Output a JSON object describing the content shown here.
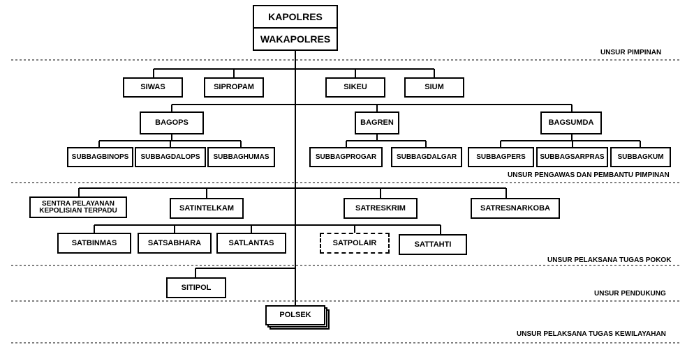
{
  "leadership": {
    "chief": "KAPOLRES",
    "deputy": "WAKAPOLRES"
  },
  "zones": {
    "pimpinan": "UNSUR PIMPINAN",
    "pengawas": "UNSUR PENGAWAS DAN PEMBANTU PIMPINAN",
    "pelaksana_pokok": "UNSUR PELAKSANA TUGAS POKOK",
    "pendukung": "UNSUR PENDUKUNG",
    "kewilayahan": "UNSUR PELAKSANA TUGAS  KEWILAYAHAN"
  },
  "supervisors": {
    "siwas": "SIWAS",
    "sipropam": "SIPROPAM",
    "sikeu": "SIKEU",
    "sium": "SIUM"
  },
  "sections": {
    "bagops": {
      "label": "BAGOPS",
      "subs": [
        "SUBBAGBINOPS",
        "SUBBAGDALOPS",
        "SUBBAGHUMAS"
      ]
    },
    "bagren": {
      "label": "BAGREN",
      "subs": [
        "SUBBAGPROGAR",
        "SUBBAGDALGAR"
      ]
    },
    "bagsumda": {
      "label": "BAGSUMDA",
      "subs": [
        "SUBBAGPERS",
        "SUBBAGSARPRAS",
        "SUBBAGKUM"
      ]
    }
  },
  "operations": {
    "spkt_line1": "SENTRA PELAYANAN",
    "spkt_line2": "KEPOLISIAN TERPADU",
    "satintelkam": "SATINTELKAM",
    "satreskrim": "SATRESKRIM",
    "satresnarkoba": "SATRESNARKOBA",
    "satbinmas": "SATBINMAS",
    "satsabhara": "SATSABHARA",
    "satlantas": "SATLANTAS",
    "satpolair": "SATPOLAIR",
    "sattahti": "SATTAHTI"
  },
  "support": {
    "sitipol": "SITIPOL"
  },
  "territorial": {
    "polsek": "POLSEK"
  }
}
